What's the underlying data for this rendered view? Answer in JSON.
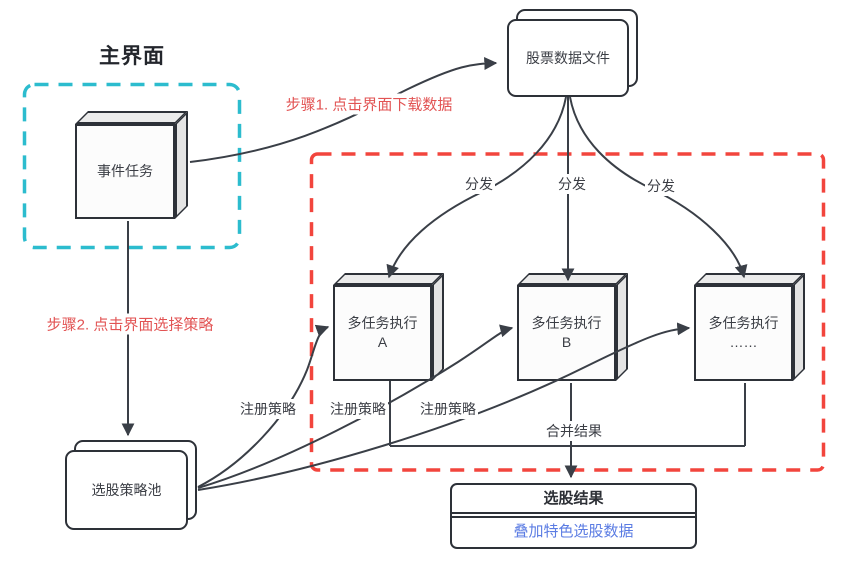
{
  "title": "主界面",
  "annotations": {
    "step1": "步骤1. 点击界面下载数据",
    "step2": "步骤2. 点击界面选择策略"
  },
  "nodes": {
    "event_task": "事件任务",
    "stock_files": "股票数据文件",
    "strategy_pool": "选股策略池",
    "workers": [
      {
        "line1": "多任务执行",
        "line2": "A"
      },
      {
        "line1": "多任务执行",
        "line2": "B"
      },
      {
        "line1": "多任务执行",
        "line2": "……"
      }
    ],
    "result_header": "选股结果",
    "result_body": "叠加特色选股数据"
  },
  "edge_labels": {
    "distribute": [
      "分发",
      "分发",
      "分发"
    ],
    "register": [
      "注册策略",
      "注册策略",
      "注册策略"
    ],
    "merge": "合并结果"
  },
  "colors": {
    "main_ui_frame": "#2cbcce",
    "task_cluster_frame": "#f2453d",
    "step_text": "#e25353",
    "result_body_text": "#5b7ce3",
    "stroke": "#3a3f47"
  }
}
